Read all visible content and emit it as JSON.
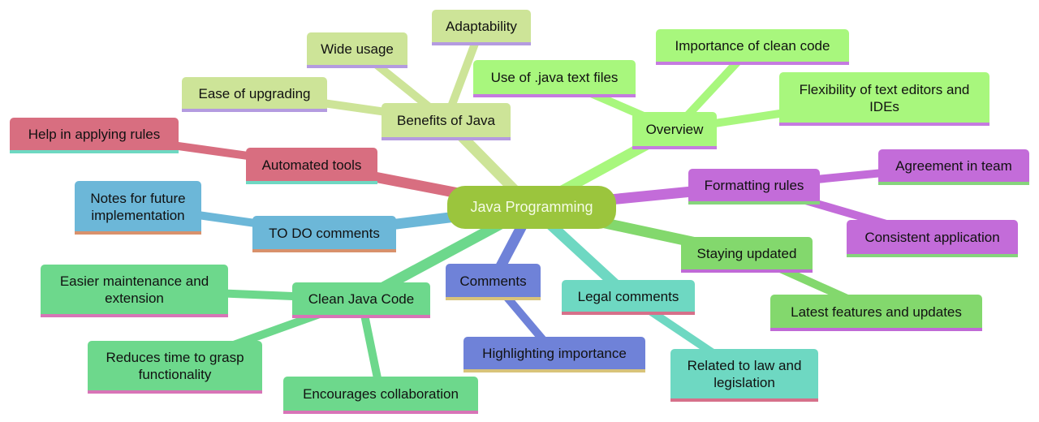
{
  "mindmap": {
    "root": {
      "label": "Java Programming",
      "color": "#9bc53d"
    },
    "branches": [
      {
        "id": "benefits",
        "label": "Benefits of Java",
        "color": "#cde498",
        "underline": "#b49be0",
        "children": [
          "Ease of upgrading",
          "Wide usage",
          "Adaptability"
        ]
      },
      {
        "id": "overview",
        "label": "Overview",
        "color": "#a8f77d",
        "underline": "#c57be0",
        "children": [
          "Use of .java text files",
          "Importance of clean code",
          "Flexibility of text editors and IDEs"
        ]
      },
      {
        "id": "formatting",
        "label": "Formatting rules",
        "color": "#c36cd9",
        "underline": "#86d47c",
        "children": [
          "Agreement in team",
          "Consistent application"
        ]
      },
      {
        "id": "staying",
        "label": "Staying updated",
        "color": "#83d86d",
        "underline": "#c06ad6",
        "children": [
          "Latest features and updates"
        ]
      },
      {
        "id": "legal",
        "label": "Legal comments",
        "color": "#6ed8c2",
        "underline": "#d6708a",
        "children": [
          "Related to law and legislation"
        ]
      },
      {
        "id": "comments",
        "label": "Comments",
        "color": "#6f82d8",
        "underline": "#d8c37a",
        "children": [
          "Highlighting importance"
        ]
      },
      {
        "id": "clean",
        "label": "Clean Java Code",
        "color": "#6dd88c",
        "underline": "#d874b7",
        "children": [
          "Easier maintenance and extension",
          "Reduces time to grasp functionality",
          "Encourages collaboration"
        ]
      },
      {
        "id": "todo",
        "label": "TO DO comments",
        "color": "#6cb7d8",
        "underline": "#d8916c",
        "children": [
          "Notes for future implementation"
        ]
      },
      {
        "id": "automated",
        "label": "Automated tools",
        "color": "#d86e80",
        "underline": "#6ed8c2",
        "children": [
          "Help in applying rules"
        ]
      }
    ]
  }
}
